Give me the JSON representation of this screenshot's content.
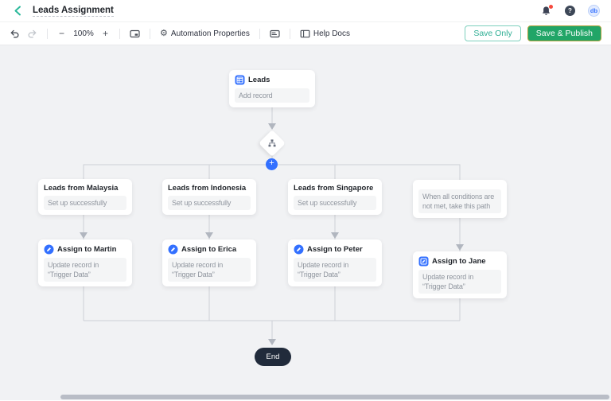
{
  "header": {
    "title": "Leads Assignment",
    "help_glyph": "?",
    "avatar_initials": "db"
  },
  "toolbar": {
    "zoom_out_glyph": "−",
    "zoom_level": "100%",
    "zoom_in_glyph": "+",
    "gear_glyph": "⚙",
    "automation_properties_label": "Automation Properties",
    "help_docs_label": "Help Docs",
    "save_only_label": "Save Only",
    "save_publish_label": "Save & Publish"
  },
  "flow": {
    "trigger": {
      "title": "Leads",
      "subtitle": "Add record"
    },
    "add_branch_glyph": "+",
    "branches": [
      {
        "condition_title": "Leads from Malaysia",
        "condition_status": "Set up successfully",
        "action_title": "Assign to Martin",
        "action_desc": "Update record in “Trigger Data”"
      },
      {
        "condition_title": "Leads from Indonesia",
        "condition_status": "Set up successfully",
        "action_title": "Assign to Erica",
        "action_desc": "Update record in “Trigger Data”"
      },
      {
        "condition_title": "Leads from Singapore",
        "condition_status": "Set up successfully",
        "action_title": "Assign to Peter",
        "action_desc": "Update record in “Trigger Data”"
      },
      {
        "condition_title": "",
        "condition_status": "When all conditions are not met, take this path",
        "action_title": "Assign to Jane",
        "action_desc": "Update record in “Trigger Data”"
      }
    ],
    "end_label": "End"
  },
  "colors": {
    "accent_blue": "#3370ff",
    "teal": "#2bb99b",
    "publish_green": "#21a567",
    "danger_red": "#f5493d",
    "end_node": "#212b3b",
    "canvas_bg": "#f1f2f4"
  }
}
